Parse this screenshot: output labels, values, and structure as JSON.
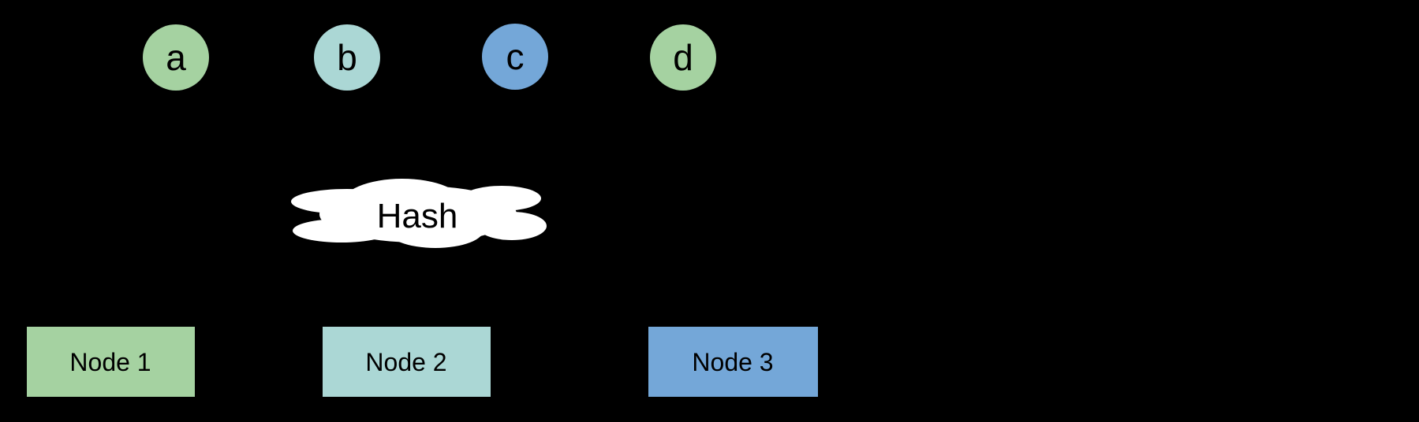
{
  "background_color": "#000000",
  "diagram": {
    "keys": [
      {
        "label": "a",
        "color": "#A5D2A1"
      },
      {
        "label": "b",
        "color": "#ABD7D5"
      },
      {
        "label": "c",
        "color": "#74A7D8"
      },
      {
        "label": "d",
        "color": "#A5D2A1"
      }
    ],
    "hash_cloud": {
      "label": "Hash",
      "fill_color": "#FFFFFF",
      "text_color": "#000000"
    },
    "nodes": [
      {
        "label": "Node 1",
        "color": "#A5D2A1"
      },
      {
        "label": "Node 2",
        "color": "#ABD7D5"
      },
      {
        "label": "Node 3",
        "color": "#74A7D8"
      }
    ],
    "text_color": "#000000"
  }
}
